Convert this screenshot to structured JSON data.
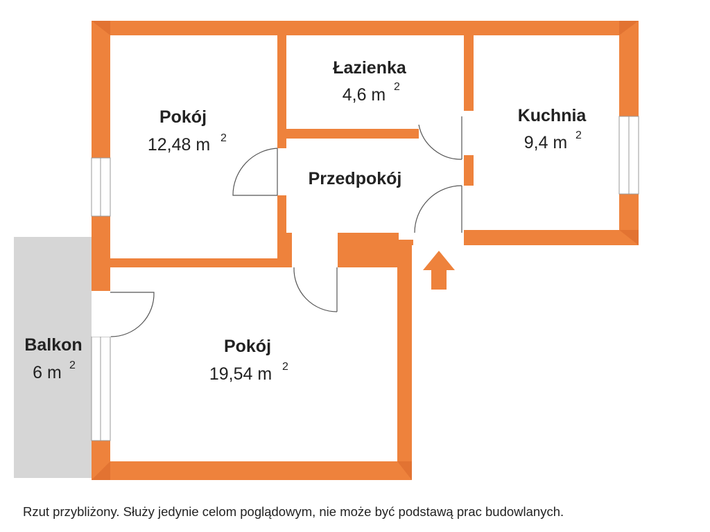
{
  "colors": {
    "wall": "#ee823c",
    "wall_joint": "#d9682a",
    "balcony": "#d6d6d6",
    "window": "#ffffff",
    "text": "#222222"
  },
  "rooms": {
    "bedroom_small": {
      "name": "Pokój",
      "area": "12,48 m",
      "unit_sup": "2"
    },
    "bathroom": {
      "name": "Łazienka",
      "area": "4,6 m",
      "unit_sup": "2"
    },
    "kitchen": {
      "name": "Kuchnia",
      "area": "9,4 m",
      "unit_sup": "2"
    },
    "hallway": {
      "name": "Przedpokój"
    },
    "living_room": {
      "name": "Pokój",
      "area": "19,54 m",
      "unit_sup": "2"
    },
    "balcony": {
      "name": "Balkon",
      "area": "6 m",
      "unit_sup": "2"
    }
  },
  "entrance_icon": "entrance-arrow-icon",
  "footer": {
    "disclaimer": "Rzut przybliżony. Służy jedynie celom poglądowym, nie może być podstawą prac budowlanych."
  }
}
